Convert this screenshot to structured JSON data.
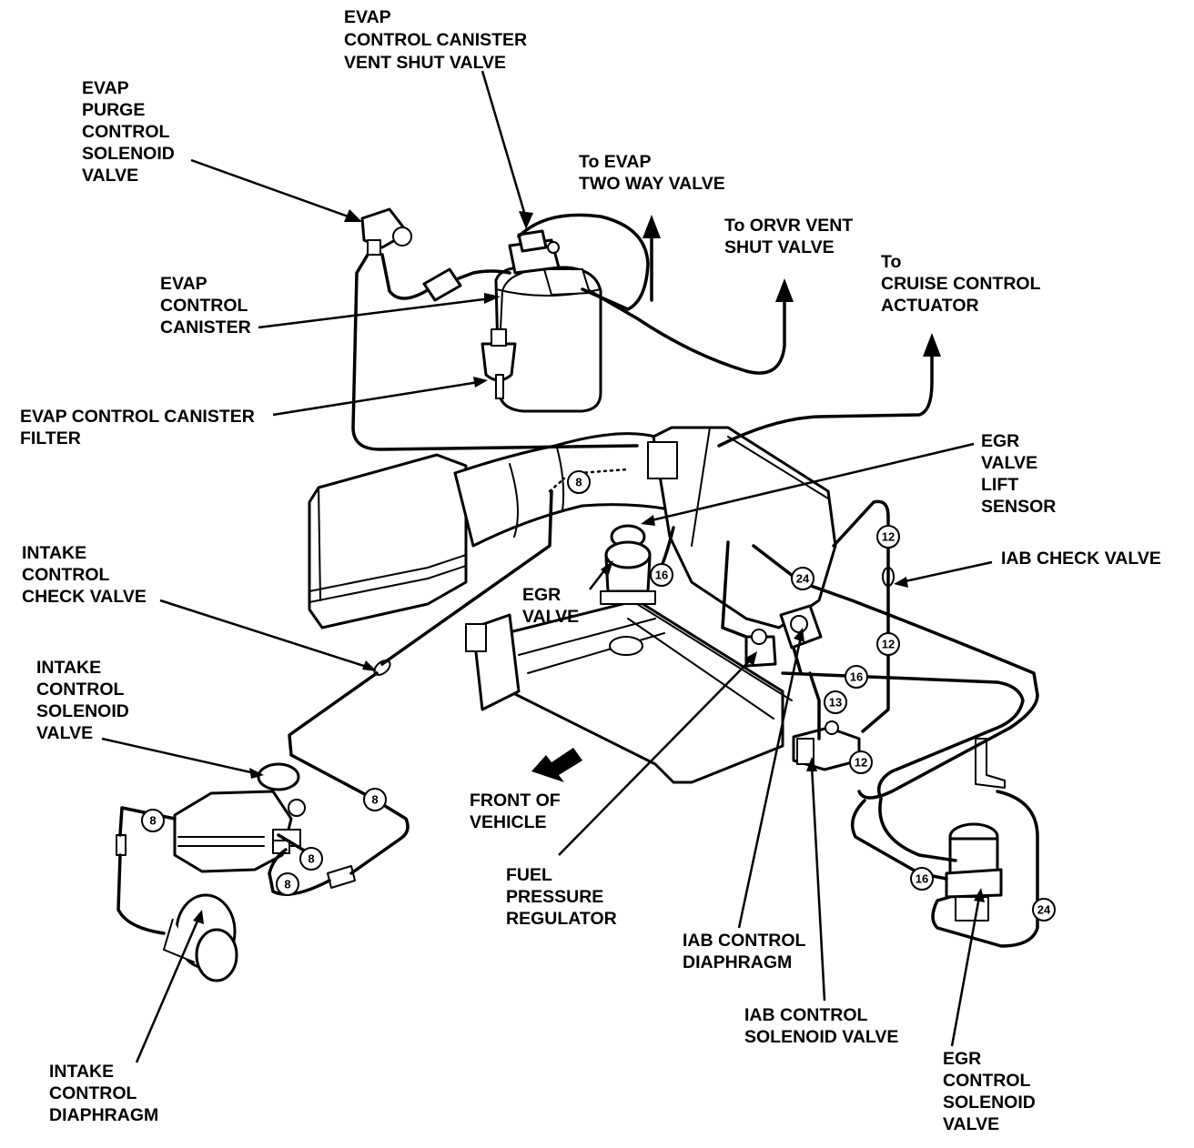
{
  "labels": {
    "vent_shut": [
      "EVAP",
      "CONTROL CANISTER",
      "VENT SHUT VALVE"
    ],
    "purge": [
      "EVAP",
      "PURGE",
      "CONTROL",
      "SOLENOID",
      "VALVE"
    ],
    "to_two_way": [
      "To EVAP",
      "TWO WAY VALVE"
    ],
    "to_orvr": [
      "To ORVR VENT",
      "SHUT VALVE"
    ],
    "to_cruise": [
      "To",
      "CRUISE CONTROL",
      "ACTUATOR"
    ],
    "canister": [
      "EVAP",
      "CONTROL",
      "CANISTER"
    ],
    "canister_filter": [
      "EVAP CONTROL CANISTER",
      "FILTER"
    ],
    "egr_lift": [
      "EGR",
      "VALVE",
      "LIFT",
      "SENSOR"
    ],
    "intake_check": [
      "INTAKE",
      "CONTROL",
      "CHECK VALVE"
    ],
    "iab_check": [
      "IAB CHECK VALVE"
    ],
    "egr_valve": [
      "EGR",
      "VALVE"
    ],
    "intake_solenoid": [
      "INTAKE",
      "CONTROL",
      "SOLENOID",
      "VALVE"
    ],
    "front": [
      "FRONT OF",
      "VEHICLE"
    ],
    "fuel_reg": [
      "FUEL",
      "PRESSURE",
      "REGULATOR"
    ],
    "iab_diaphragm": [
      "IAB CONTROL",
      "DIAPHRAGM"
    ],
    "iab_solenoid": [
      "IAB CONTROL",
      "SOLENOID VALVE"
    ],
    "egr_solenoid": [
      "EGR",
      "CONTROL",
      "SOLENOID",
      "VALVE"
    ],
    "intake_diaphragm": [
      "INTAKE",
      "CONTROL",
      "DIAPHRAGM"
    ]
  },
  "hose_numbers": {
    "n1": "8",
    "n2": "16",
    "n3": "12",
    "n4": "24",
    "n5": "12",
    "n6": "16",
    "n7": "13",
    "n8": "12",
    "n9": "8",
    "n10": "8",
    "n11": "8",
    "n12": "8",
    "n13": "16",
    "n14": "24"
  }
}
